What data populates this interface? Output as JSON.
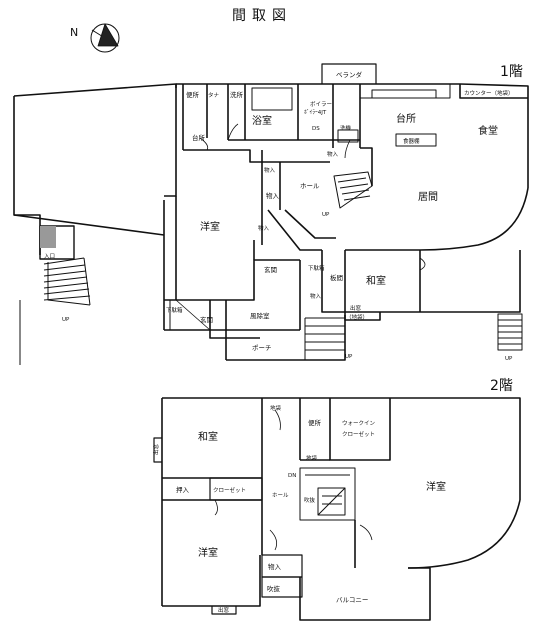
{
  "title": "間取図",
  "floor1": {
    "label": "1階",
    "rooms": {
      "veranda": "ベランダ",
      "toilet": "便所",
      "washroom": "洗所",
      "tana": "タナ",
      "bath": "浴室",
      "boiler": "ボイラー",
      "boiler_sub": "ﾎﾞｲﾗｰ4JT",
      "ds": "DS",
      "washing": "洗機",
      "kitchen_left": "台所",
      "kitchen_right": "台所",
      "counter": "カウンター（地袋）",
      "dining": "食堂",
      "cupboard": "食器棚",
      "storage1": "物入",
      "storage2": "物入",
      "storage3": "物入",
      "storage4": "物入",
      "storage5": "物入",
      "hall": "ホール",
      "up_stair": "UP",
      "living": "居間",
      "western": "洋室",
      "genkan": "玄関",
      "genkan2": "玄関",
      "geta_box": "下駄箱",
      "geta_box2": "下駄箱",
      "shelf": "板間",
      "japanese": "和室",
      "window_ji": "出窓",
      "window_ji_sub": "（地袋）",
      "wind_room": "風除室",
      "porch": "ポーチ",
      "porch_up": "UP",
      "entrance_small": "入口",
      "left_up": "UP",
      "right_up": "UP"
    }
  },
  "floor2": {
    "label": "2階",
    "rooms": {
      "japanese": "和室",
      "window_left": "出窓",
      "oshiire": "押入",
      "closet": "クローゼット",
      "hall": "ホール",
      "down": "DN",
      "stair_bottom": "吹抜",
      "jibukuro": "地袋",
      "jibukuro2": "地袋",
      "toilet": "便所",
      "walkin": "ウォークイン",
      "walkin2": "クローゼット",
      "western_right": "洋室",
      "western_left": "洋室",
      "storage": "物入",
      "fukinuke": "吹抜",
      "window_bottom": "出窓",
      "balcony": "バルコニー"
    }
  },
  "compass": {
    "label": "N"
  }
}
